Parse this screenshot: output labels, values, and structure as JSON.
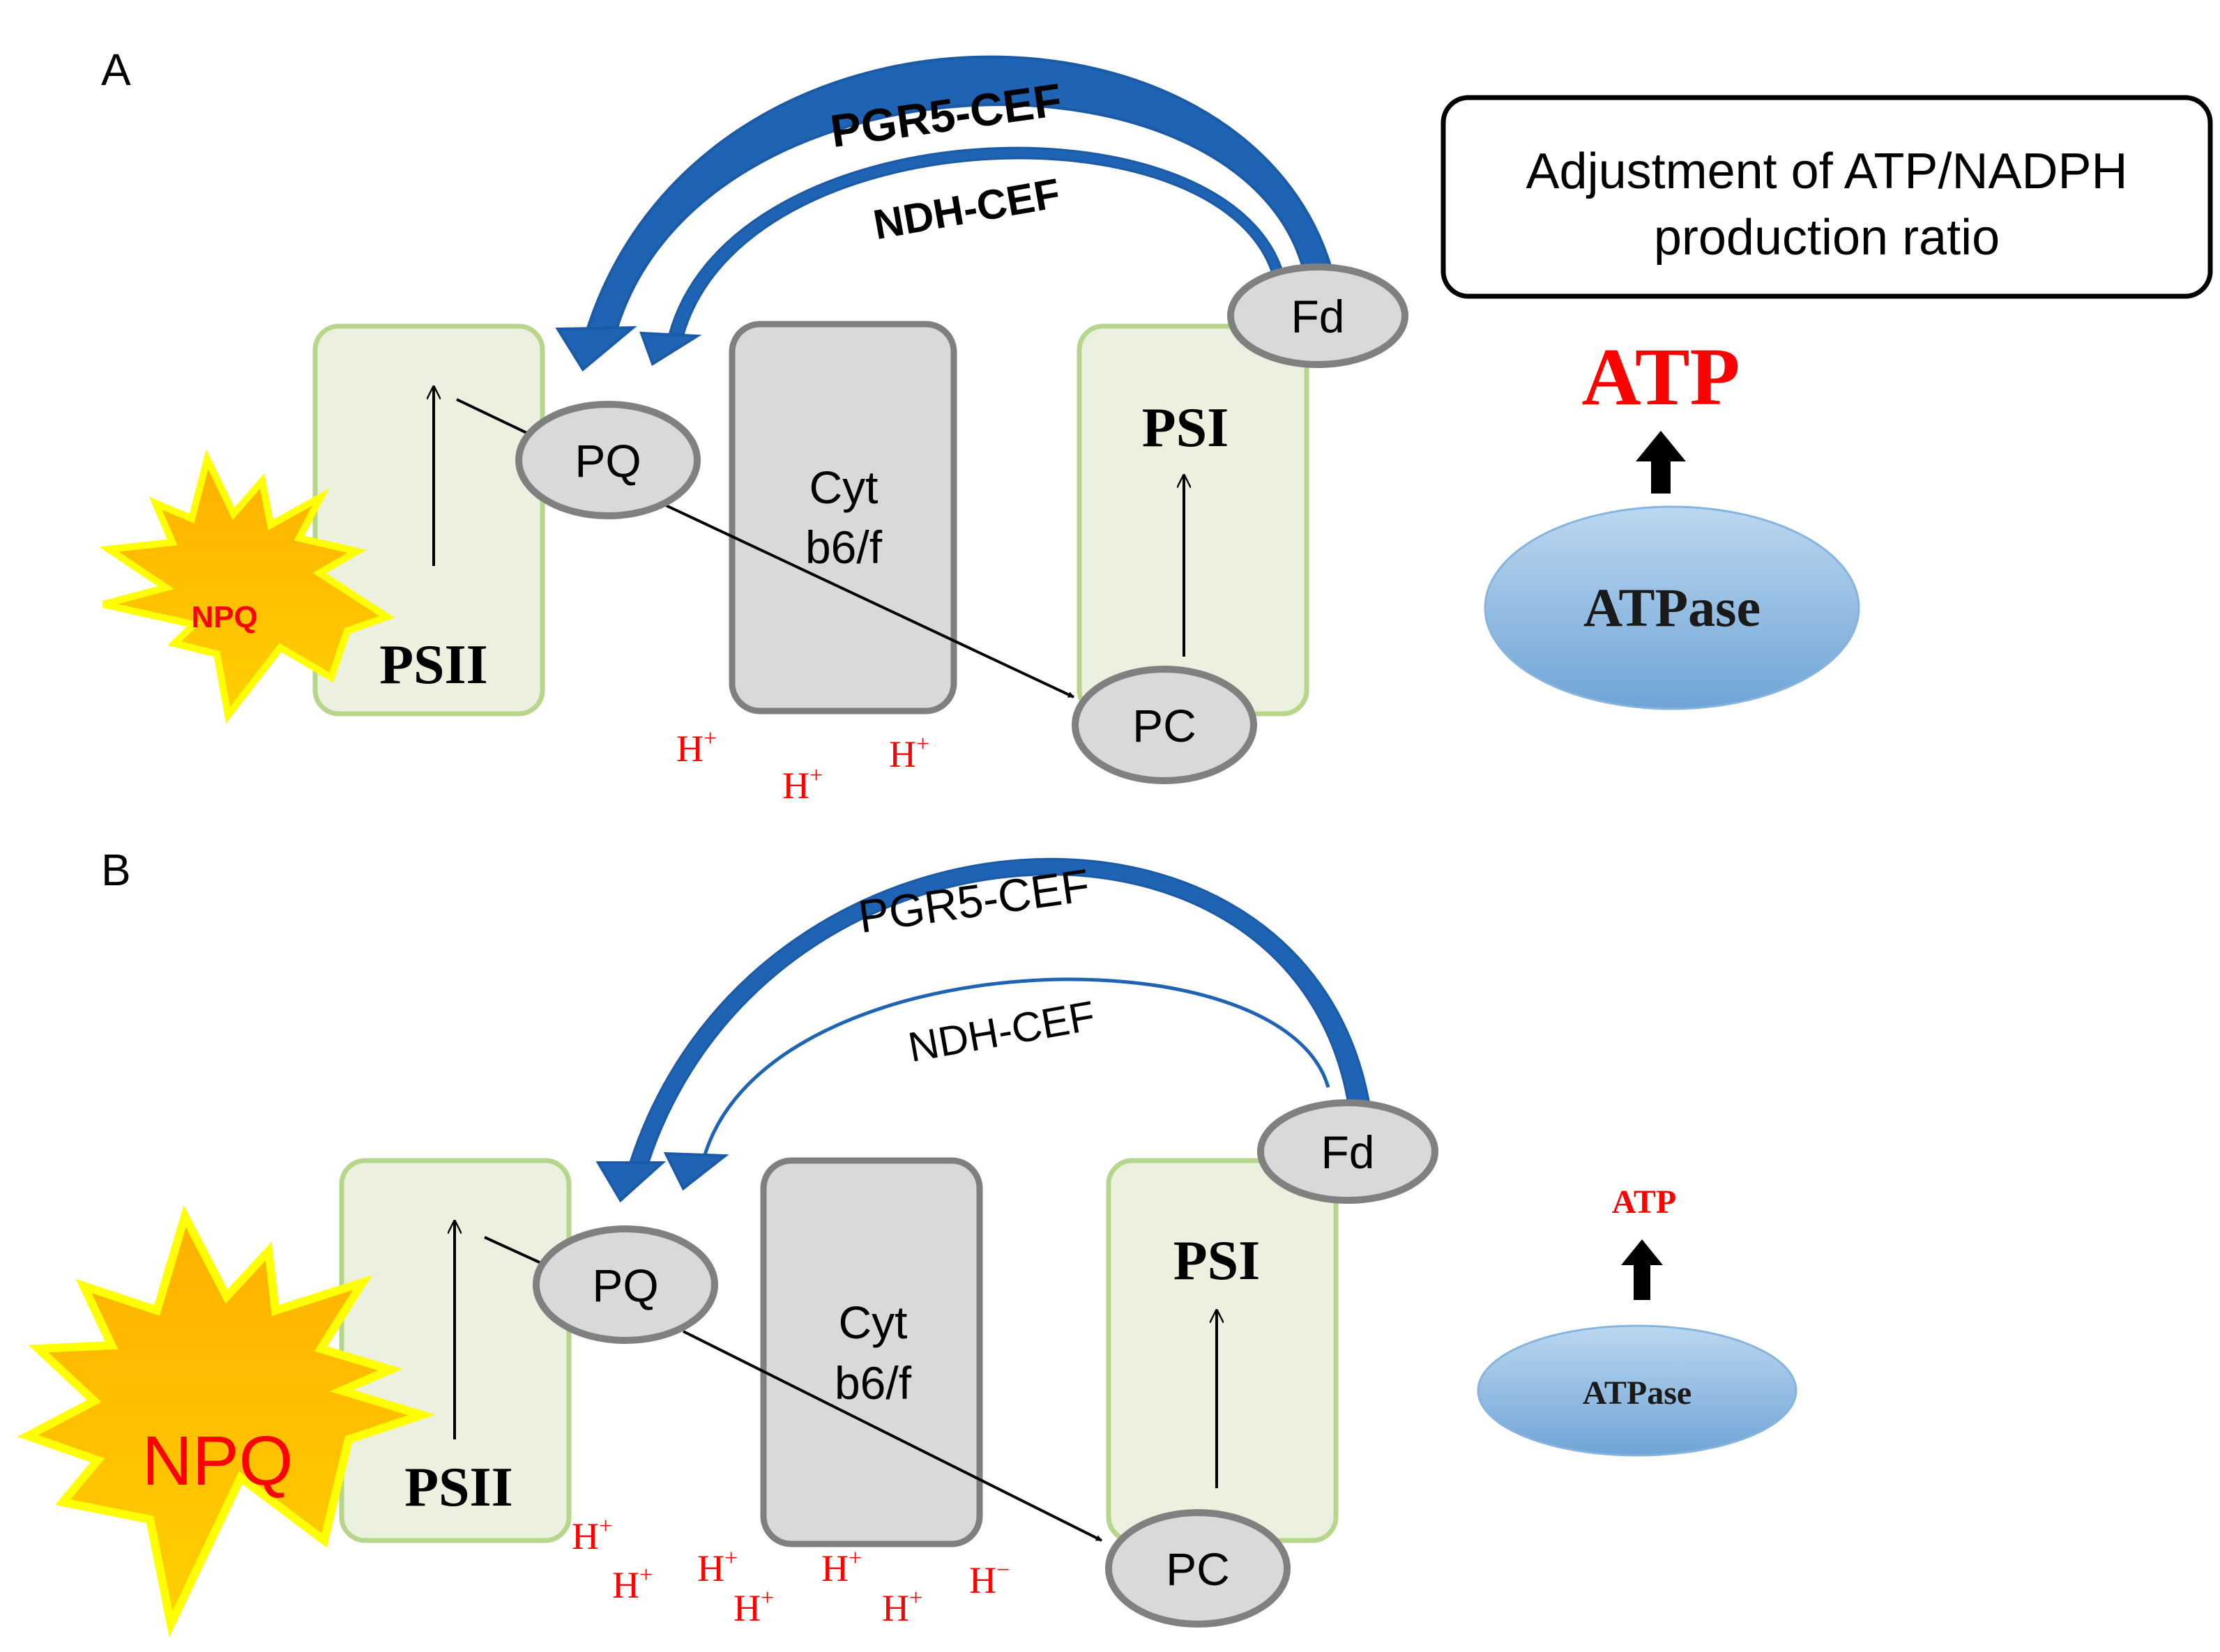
{
  "colors": {
    "arrow_blue": "#1f63b4",
    "arrow_blue_dark": "#1a5aa6",
    "complex_fill": "#ebf1de",
    "complex_stroke": "#b6d68c",
    "cyt_fill": "#d9d9d9",
    "node_stroke": "#808080",
    "proton_red": "#ff0000",
    "npq_fill": "#ffc000",
    "npq_stroke": "#ffff00",
    "atpase_fill": "#9cc3e6"
  },
  "panel_a": {
    "label": "A",
    "pgr5_label": "PGR5-CEF",
    "ndh_label": "NDH-CEF",
    "psii": "PSII",
    "psi": "PSI",
    "pq": "PQ",
    "pc": "PC",
    "fd": "Fd",
    "cyt_line1": "Cyt",
    "cyt_line2": "b6/f",
    "npq": "NPQ",
    "proton": "H",
    "proton_sup": "+",
    "atp": "ATP",
    "atpase": "ATPase",
    "box_line1": "Adjustment of ATP/NADPH",
    "box_line2": "production ratio"
  },
  "panel_b": {
    "label": "B",
    "pgr5_label": "PGR5-CEF",
    "ndh_label": "NDH-CEF",
    "psii": "PSII",
    "psi": "PSI",
    "pq": "PQ",
    "pc": "PC",
    "fd": "Fd",
    "cyt_line1": "Cyt",
    "cyt_line2": "b6/f",
    "npq": "NPQ",
    "proton": "H",
    "proton_sup": "+",
    "proton_sup_alt": "−",
    "atp": "ATP",
    "atpase": "ATPase"
  }
}
